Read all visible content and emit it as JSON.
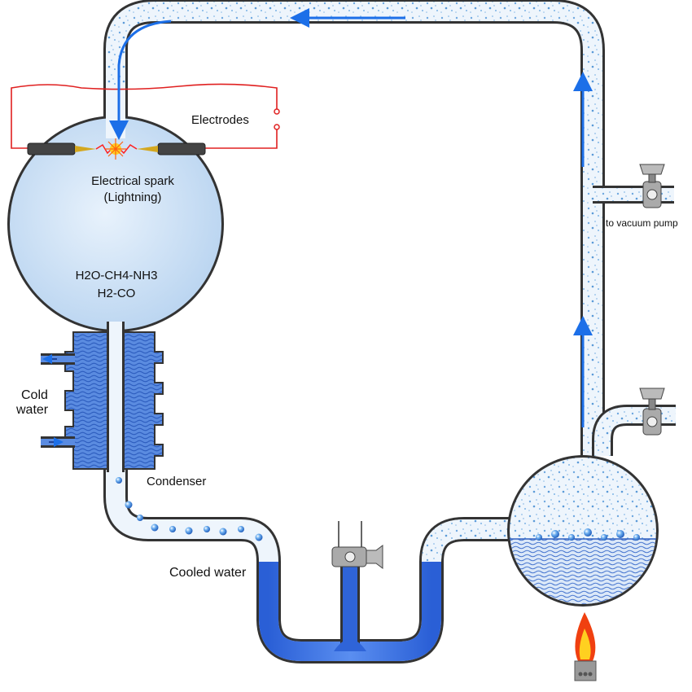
{
  "labels": {
    "electrodes": "Electrodes",
    "spark_line1": "Electrical spark",
    "spark_line2": "(Lightning)",
    "gases_line1": "H2O-CH4-NH3",
    "gases_line2": "H2-CO",
    "cold_water_line1": "Cold",
    "cold_water_line2": "water",
    "condenser": "Condenser",
    "cooled_water": "Cooled water",
    "vacuum_pump": "to vacuum pump"
  },
  "colors": {
    "tube_outline": "#333333",
    "vapor": "#eef5fc",
    "flask_fill": "#cfe2f6",
    "condenser_water": "#3f6fcf",
    "cooled_water": "#2a5fd6",
    "flow_arrow": "#1c6fe8",
    "electrode_wire": "#e02020",
    "flame_outer": "#f04010",
    "flame_inner": "#ffd020"
  }
}
